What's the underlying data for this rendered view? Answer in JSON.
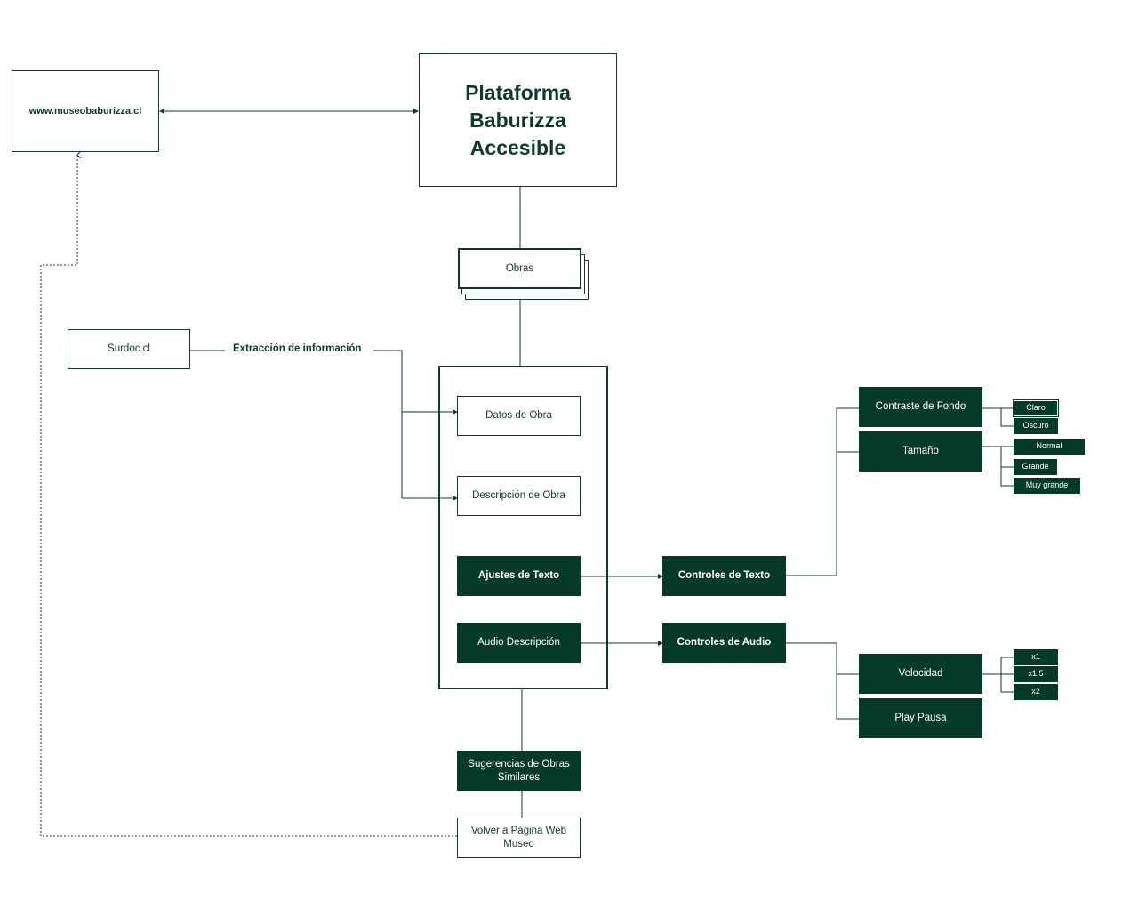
{
  "colors": {
    "primary": "#053a27",
    "line": "#0e3a2b",
    "background": "#ffffff"
  },
  "website": {
    "label": "www.museobaburizza.cl"
  },
  "platform": {
    "title": "Plataforma Baburizza Accesible"
  },
  "obras": {
    "label": "Obras"
  },
  "surdoc": {
    "label": "Surdoc.cl"
  },
  "extraction": {
    "label": "Extracción de información"
  },
  "obra_panel": {
    "datos": "Datos de Obra",
    "descripcion": "Descripción de Obra",
    "ajustes": "Ajustes de Texto",
    "audio": "Audio Descripción"
  },
  "text_controls": {
    "label": "Controles de Texto",
    "contraste": {
      "label": "Contraste de Fondo",
      "options": [
        "Claro",
        "Oscuro"
      ]
    },
    "tamano": {
      "label": "Tamaño",
      "options": [
        "Normal",
        "Grande",
        "Muy grande"
      ]
    }
  },
  "audio_controls": {
    "label": "Controles de Audio",
    "velocidad": {
      "label": "Velocidad",
      "options": [
        "x1",
        "x1.5",
        "x2"
      ]
    },
    "play": {
      "label": "Play Pausa"
    }
  },
  "sugerencias": {
    "label": "Sugerencias de Obras Similares"
  },
  "volver": {
    "label": "Volver a Página Web Museo"
  }
}
